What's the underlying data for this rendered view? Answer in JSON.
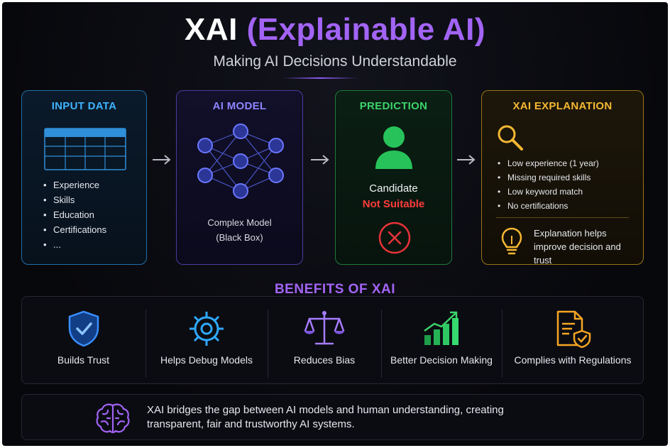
{
  "header": {
    "title_main": "XAI",
    "title_accent": "(Explainable AI)",
    "subtitle": "Making AI Decisions Understandable"
  },
  "pipeline": {
    "input": {
      "title": "INPUT DATA",
      "items": [
        "Experience",
        "Skills",
        "Education",
        "Certifications",
        "..."
      ]
    },
    "model": {
      "title": "AI MODEL",
      "caption_line1": "Complex Model",
      "caption_line2": "(Black Box)"
    },
    "prediction": {
      "title": "PREDICTION",
      "candidate": "Candidate",
      "status": "Not Suitable"
    },
    "explanation": {
      "title": "XAI EXPLANATION",
      "reasons": [
        "Low experience (1 year)",
        "Missing required skills",
        "Low keyword match",
        "No certifications"
      ],
      "note": "Explanation helps improve decision and trust"
    }
  },
  "benefits": {
    "title": "BENEFITS OF XAI",
    "items": [
      {
        "label": "Builds Trust",
        "icon": "shield-check-icon"
      },
      {
        "label": "Helps Debug Models",
        "icon": "gear-icon"
      },
      {
        "label": "Reduces Bias",
        "icon": "scales-icon"
      },
      {
        "label": "Better Decision Making",
        "icon": "growth-chart-icon"
      },
      {
        "label": "Complies with Regulations",
        "icon": "document-check-icon"
      }
    ]
  },
  "footer": {
    "icon": "brain-icon",
    "text": "XAI bridges the gap between AI models and human understanding, creating transparent, fair and trustworthy AI systems."
  },
  "colors": {
    "background": "#07080c",
    "accent_purple": "#a264f5",
    "input_blue": "#3eb4ff",
    "model_violet": "#8d84ff",
    "prediction_green": "#3cd36a",
    "explanation_gold": "#f5b833",
    "negative_red": "#ff3b3b"
  }
}
